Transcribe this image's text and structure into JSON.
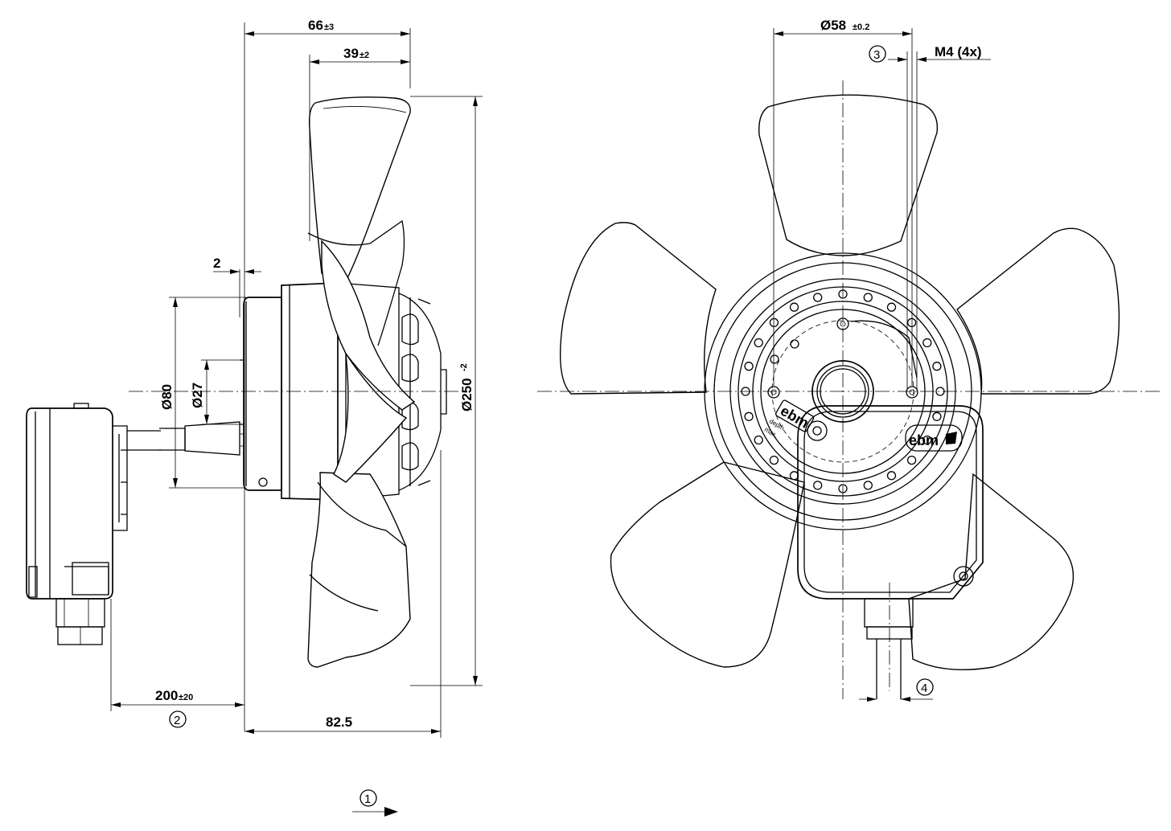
{
  "dimensions": {
    "overall_depth": {
      "value": "66",
      "tolerance": "±3"
    },
    "blade_depth": {
      "value": "39",
      "tolerance": "±2"
    },
    "flange_offset": {
      "value": "2"
    },
    "diameter_80": {
      "value": "Ø80"
    },
    "diameter_27": {
      "value": "Ø27"
    },
    "diameter_250": {
      "value": "Ø250",
      "tolerance": "-2"
    },
    "cable_length": {
      "value": "200",
      "tolerance": "±20"
    },
    "total_depth": {
      "value": "82.5"
    },
    "bolt_circle": {
      "value": "Ø58",
      "tolerance": "±0.2"
    },
    "thread": {
      "value": "M4 (4x)"
    }
  },
  "callouts": {
    "c1": "1",
    "c2": "2",
    "c3": "3",
    "c4": "4"
  },
  "labels": {
    "brand_front": "ebm",
    "brand_hub": "ebm",
    "hub_text_1": "depth",
    "hub_text_2": "max."
  }
}
